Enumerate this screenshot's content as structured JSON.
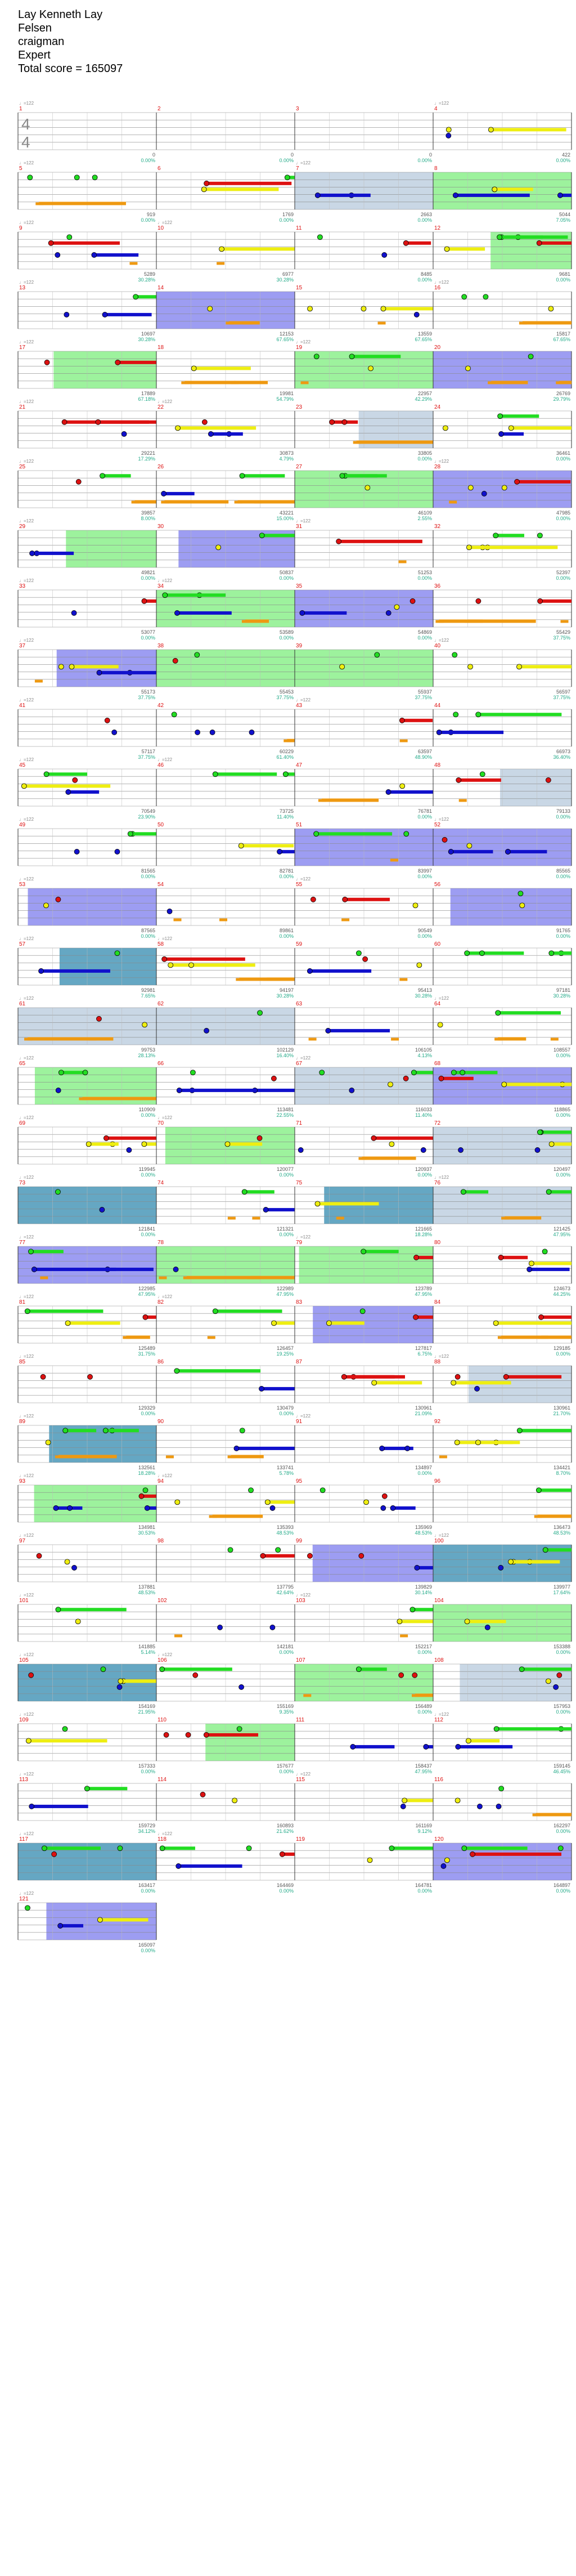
{
  "header": {
    "song": "Lay Kenneth Lay",
    "artist": "Felsen",
    "charter": "craigman",
    "difficulty": "Expert",
    "total_score_label": "Total score = 165097"
  },
  "tempo_label": "♩=122",
  "time_signature": {
    "num": "4",
    "den": "4"
  },
  "colors": {
    "green": "#22dd22",
    "red": "#dd1111",
    "yellow": "#eeee11",
    "blue": "#1111cc",
    "orange": "#ee9911",
    "purple": "#8a0070",
    "olive": "#9a9a40",
    "starpower_fill": "#8cf08c",
    "overdrive_fill": "#8c8cf0",
    "overlap_fill": "#4a98b8",
    "solo_fill": "#c0d0e0",
    "score_green": "#22aa88",
    "score_gray": "#555555",
    "grid_line": "#bbbbbb"
  },
  "measures": [
    {
      "n": "1",
      "score": "0",
      "pct": "0.00%"
    },
    {
      "n": "2",
      "score": "0",
      "pct": "0.00%"
    },
    {
      "n": "3",
      "score": "0",
      "pct": "0.00%"
    },
    {
      "n": "4",
      "score": "422",
      "pct": "0.00%"
    },
    {
      "n": "5",
      "score": "919",
      "pct": "0.00%"
    },
    {
      "n": "6",
      "score": "1769",
      "pct": "0.00%"
    },
    {
      "n": "7",
      "score": "2663",
      "pct": "0.00%"
    },
    {
      "n": "8",
      "score": "5044",
      "pct": "7.05%"
    },
    {
      "n": "9",
      "score": "5289",
      "pct": "30.28%"
    },
    {
      "n": "10",
      "score": "6977",
      "pct": "30.28%"
    },
    {
      "n": "11",
      "score": "8485",
      "pct": "0.00%"
    },
    {
      "n": "12",
      "score": "9681",
      "pct": "0.00%"
    },
    {
      "n": "13",
      "score": "10697",
      "pct": "30.28%"
    },
    {
      "n": "14",
      "score": "12153",
      "pct": "67.65%"
    },
    {
      "n": "15",
      "score": "13559",
      "pct": "67.65%"
    },
    {
      "n": "16",
      "score": "15817",
      "pct": "67.65%"
    },
    {
      "n": "17",
      "score": "17889",
      "pct": "67.18%"
    },
    {
      "n": "18",
      "score": "19981",
      "pct": "54.79%"
    },
    {
      "n": "19",
      "score": "22957",
      "pct": "42.29%"
    },
    {
      "n": "20",
      "score": "26769",
      "pct": "29.79%"
    },
    {
      "n": "21",
      "score": "29221",
      "pct": "17.29%"
    },
    {
      "n": "22",
      "score": "30873",
      "pct": "4.79%"
    },
    {
      "n": "23",
      "score": "33805",
      "pct": "0.00%"
    },
    {
      "n": "24",
      "score": "36461",
      "pct": "0.00%"
    },
    {
      "n": "25",
      "score": "39857",
      "pct": "8.00%"
    },
    {
      "n": "26",
      "score": "43221",
      "pct": "15.00%"
    },
    {
      "n": "27",
      "score": "46109",
      "pct": "2.55%"
    },
    {
      "n": "28",
      "score": "47985",
      "pct": "0.00%"
    },
    {
      "n": "29",
      "score": "49821",
      "pct": "0.00%"
    },
    {
      "n": "30",
      "score": "50837",
      "pct": "0.00%"
    },
    {
      "n": "31",
      "score": "51253",
      "pct": "0.00%"
    },
    {
      "n": "32",
      "score": "52397",
      "pct": "0.00%"
    },
    {
      "n": "33",
      "score": "53077",
      "pct": "0.00%"
    },
    {
      "n": "34",
      "score": "53589",
      "pct": "0.00%"
    },
    {
      "n": "35",
      "score": "54869",
      "pct": "0.00%"
    },
    {
      "n": "36",
      "score": "55429",
      "pct": "37.75%"
    },
    {
      "n": "37",
      "score": "55173",
      "pct": "37.75%"
    },
    {
      "n": "38",
      "score": "55453",
      "pct": "37.75%"
    },
    {
      "n": "39",
      "score": "55937",
      "pct": "37.75%"
    },
    {
      "n": "40",
      "score": "56597",
      "pct": "37.75%"
    },
    {
      "n": "41",
      "score": "57117",
      "pct": "37.75%"
    },
    {
      "n": "42",
      "score": "60229",
      "pct": "61.40%"
    },
    {
      "n": "43",
      "score": "63597",
      "pct": "48.90%"
    },
    {
      "n": "44",
      "score": "66973",
      "pct": "36.40%"
    },
    {
      "n": "45",
      "score": "70549",
      "pct": "23.90%"
    },
    {
      "n": "46",
      "score": "73725",
      "pct": "11.40%"
    },
    {
      "n": "47",
      "score": "76781",
      "pct": "0.00%"
    },
    {
      "n": "48",
      "score": "79133",
      "pct": "0.00%"
    },
    {
      "n": "49",
      "score": "81565",
      "pct": "0.00%"
    },
    {
      "n": "50",
      "score": "82781",
      "pct": "0.00%"
    },
    {
      "n": "51",
      "score": "83997",
      "pct": "0.00%"
    },
    {
      "n": "52",
      "score": "85565",
      "pct": "0.00%"
    },
    {
      "n": "53",
      "score": "87565",
      "pct": "0.00%"
    },
    {
      "n": "54",
      "score": "89861",
      "pct": "0.00%"
    },
    {
      "n": "55",
      "score": "90549",
      "pct": "0.00%"
    },
    {
      "n": "56",
      "score": "91765",
      "pct": "0.00%"
    },
    {
      "n": "57",
      "score": "92981",
      "pct": "7.65%"
    },
    {
      "n": "58",
      "score": "94197",
      "pct": "30.28%"
    },
    {
      "n": "59",
      "score": "95413",
      "pct": "30.28%"
    },
    {
      "n": "60",
      "score": "97181",
      "pct": "30.28%"
    },
    {
      "n": "61",
      "score": "99753",
      "pct": "28.13%"
    },
    {
      "n": "62",
      "score": "102129",
      "pct": "16.40%"
    },
    {
      "n": "63",
      "score": "106105",
      "pct": "4.13%"
    },
    {
      "n": "64",
      "score": "108557",
      "pct": "0.00%"
    },
    {
      "n": "65",
      "score": "110909",
      "pct": "0.00%"
    },
    {
      "n": "66",
      "score": "113481",
      "pct": "22.55%"
    },
    {
      "n": "67",
      "score": "116033",
      "pct": "11.40%"
    },
    {
      "n": "68",
      "score": "118865",
      "pct": "0.00%"
    },
    {
      "n": "69",
      "score": "119945",
      "pct": "0.00%"
    },
    {
      "n": "70",
      "score": "120077",
      "pct": "0.00%"
    },
    {
      "n": "71",
      "score": "120937",
      "pct": "0.00%"
    },
    {
      "n": "72",
      "score": "120497",
      "pct": "0.00%"
    },
    {
      "n": "73",
      "score": "121841",
      "pct": "0.00%"
    },
    {
      "n": "74",
      "score": "121321",
      "pct": "0.00%"
    },
    {
      "n": "75",
      "score": "121665",
      "pct": "18.28%"
    },
    {
      "n": "76",
      "score": "121425",
      "pct": "47.95%"
    },
    {
      "n": "77",
      "score": "122985",
      "pct": "47.95%"
    },
    {
      "n": "78",
      "score": "122989",
      "pct": "47.95%"
    },
    {
      "n": "79",
      "score": "123789",
      "pct": "47.95%"
    },
    {
      "n": "80",
      "score": "124673",
      "pct": "44.25%"
    },
    {
      "n": "81",
      "score": "125489",
      "pct": "31.75%"
    },
    {
      "n": "82",
      "score": "126457",
      "pct": "19.25%"
    },
    {
      "n": "83",
      "score": "127817",
      "pct": "6.75%"
    },
    {
      "n": "84",
      "score": "129185",
      "pct": "0.00%"
    },
    {
      "n": "85",
      "score": "129329",
      "pct": "0.00%"
    },
    {
      "n": "86",
      "score": "130479",
      "pct": "0.00%"
    },
    {
      "n": "87",
      "score": "130961",
      "pct": "21.09%"
    },
    {
      "n": "88",
      "score": "130961",
      "pct": "21.70%"
    },
    {
      "n": "89",
      "score": "132561",
      "pct": "18.28%"
    },
    {
      "n": "90",
      "score": "133741",
      "pct": "5.78%"
    },
    {
      "n": "91",
      "score": "134897",
      "pct": "0.00%"
    },
    {
      "n": "92",
      "score": "134421",
      "pct": "8.70%"
    },
    {
      "n": "93",
      "score": "134981",
      "pct": "30.53%"
    },
    {
      "n": "94",
      "score": "135393",
      "pct": "48.53%"
    },
    {
      "n": "95",
      "score": "135969",
      "pct": "48.53%"
    },
    {
      "n": "96",
      "score": "136473",
      "pct": "48.53%"
    },
    {
      "n": "97",
      "score": "137881",
      "pct": "48.53%"
    },
    {
      "n": "98",
      "score": "137795",
      "pct": "42.64%"
    },
    {
      "n": "99",
      "score": "139829",
      "pct": "30.14%"
    },
    {
      "n": "100",
      "score": "139977",
      "pct": "17.64%"
    },
    {
      "n": "101",
      "score": "141885",
      "pct": "5.14%"
    },
    {
      "n": "102",
      "score": "142181",
      "pct": "0.00%"
    },
    {
      "n": "103",
      "score": "152217",
      "pct": "0.00%"
    },
    {
      "n": "104",
      "score": "153388",
      "pct": "0.00%"
    },
    {
      "n": "105",
      "score": "154169",
      "pct": "21.95%"
    },
    {
      "n": "106",
      "score": "155169",
      "pct": "9.35%"
    },
    {
      "n": "107",
      "score": "156489",
      "pct": "0.00%"
    },
    {
      "n": "108",
      "score": "157953",
      "pct": "0.00%"
    },
    {
      "n": "109",
      "score": "157333",
      "pct": "0.00%"
    },
    {
      "n": "110",
      "score": "157677",
      "pct": "0.00%"
    },
    {
      "n": "111",
      "score": "158437",
      "pct": "47.95%"
    },
    {
      "n": "112",
      "score": "159145",
      "pct": "46.45%"
    },
    {
      "n": "113",
      "score": "159729",
      "pct": "34.12%"
    },
    {
      "n": "114",
      "score": "160893",
      "pct": "21.62%"
    },
    {
      "n": "115",
      "score": "161169",
      "pct": "9.12%"
    },
    {
      "n": "116",
      "score": "162297",
      "pct": "0.00%"
    },
    {
      "n": "117",
      "score": "163417",
      "pct": "0.00%"
    },
    {
      "n": "118",
      "score": "164469",
      "pct": "0.00%"
    },
    {
      "n": "119",
      "score": "164781",
      "pct": "0.00%"
    },
    {
      "n": "120",
      "score": "164897",
      "pct": "0.00%"
    },
    {
      "n": "121",
      "score": "165097",
      "pct": "0.00%"
    }
  ]
}
